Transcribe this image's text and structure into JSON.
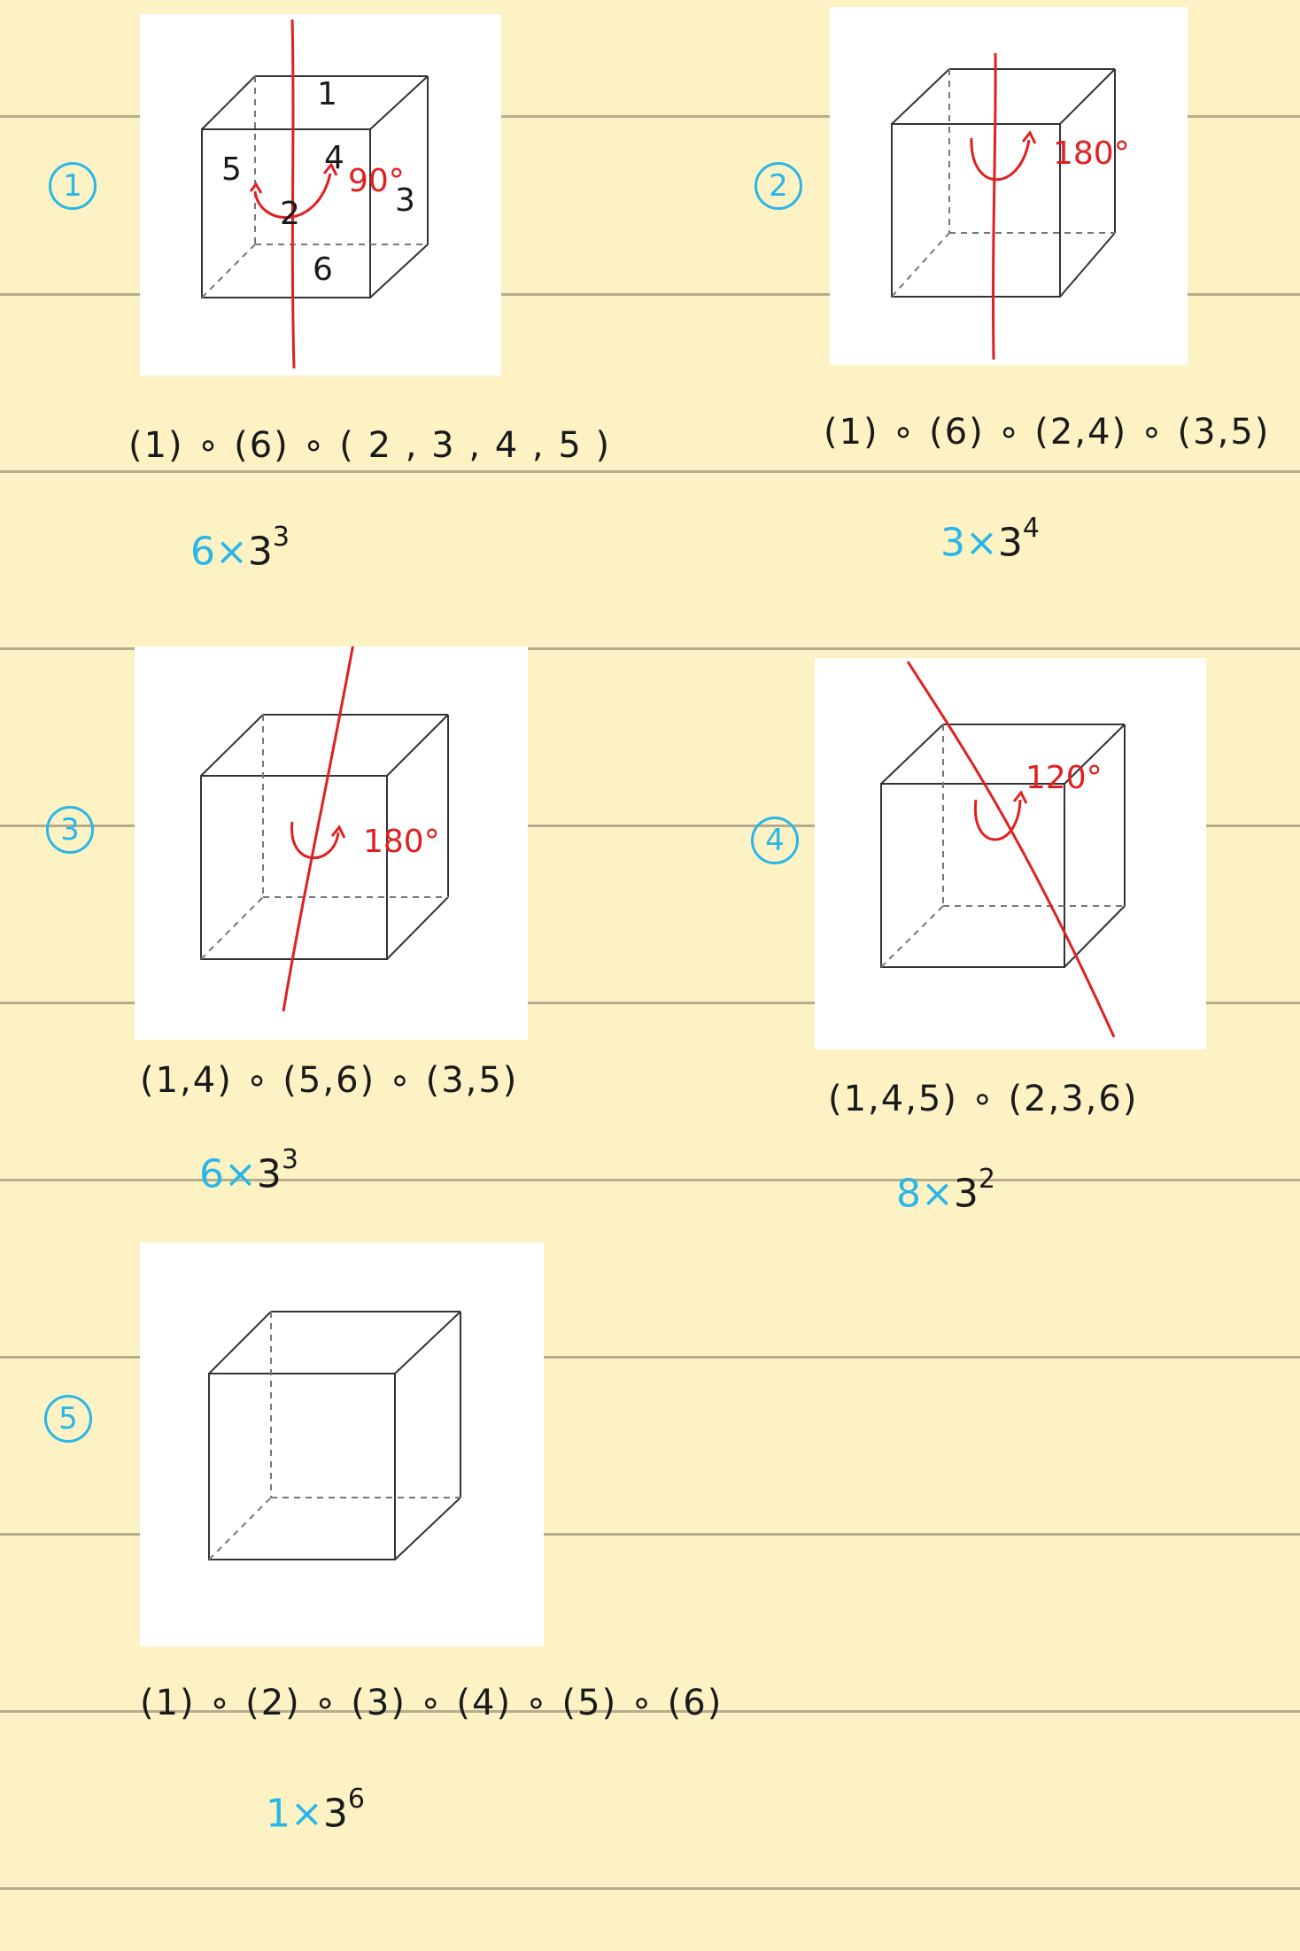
{
  "colors": {
    "paper": "#fdf2c4",
    "rule": "#b5ad8e",
    "axis": "#e02020",
    "marker": "#29b6e8",
    "ink": "#1a1a1a"
  },
  "panels": [
    {
      "number": "1",
      "faces": [
        "1",
        "5",
        "4",
        "2",
        "3",
        "6"
      ],
      "angle": "90°",
      "orbits": "(1) ∘ (6) ∘ ( 2 , 3 , 4 , 5 )",
      "coef": "6×",
      "base": "3",
      "exp": "3"
    },
    {
      "number": "2",
      "angle": "180°",
      "orbits": "(1) ∘ (6) ∘ (2,4) ∘ (3,5)",
      "coef": "3×",
      "base": "3",
      "exp": "4"
    },
    {
      "number": "3",
      "angle": "180°",
      "orbits": "(1,4) ∘ (5,6) ∘ (3,5)",
      "coef": "6×",
      "base": "3",
      "exp": "3"
    },
    {
      "number": "4",
      "angle": "120°",
      "orbits": "(1,4,5) ∘ (2,3,6)",
      "coef": "8×",
      "base": "3",
      "exp": "2"
    },
    {
      "number": "5",
      "orbits": "(1) ∘ (2) ∘ (3) ∘ (4) ∘ (5) ∘ (6)",
      "coef": "1×",
      "base": "3",
      "exp": "6"
    }
  ]
}
